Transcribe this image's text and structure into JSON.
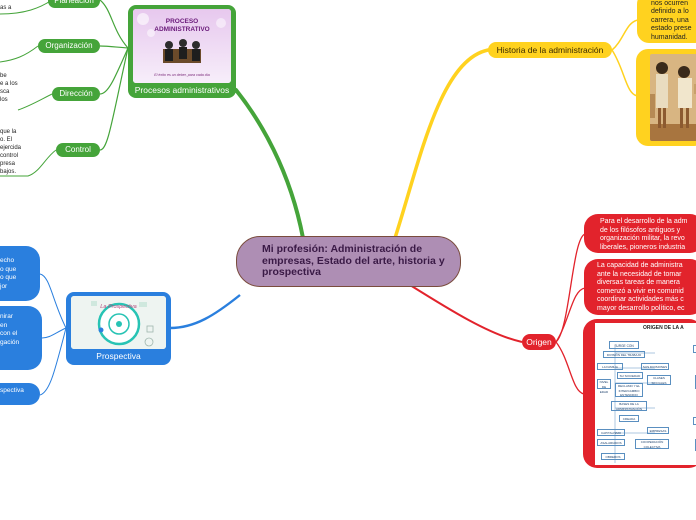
{
  "central": {
    "title": "Mi profesión: Administración de empresas, Estado del arte, historia y prospectiva"
  },
  "processes": {
    "caption": "Procesos administrativos",
    "image_title_line1": "PROCESO",
    "image_title_line2": "ADMINISTRATIVO",
    "image_footer": "El éxito es un deber, para cada día",
    "items": [
      {
        "label": "Planeación",
        "fragment": "as a"
      },
      {
        "label": "Organización",
        "fragment": ""
      },
      {
        "label": "Dirección",
        "fragment": "be\ne a los\nsca\nlos"
      },
      {
        "label": "Control",
        "fragment": "que la\no. El\nejercida\ncontrol\npresa\nbajos."
      }
    ]
  },
  "prospectiva": {
    "caption": "Prospectiva",
    "image_label": "La Prospectiva",
    "items": [
      {
        "text": "echo\no que\no que\njor"
      },
      {
        "text": "nirar\nen\ncon el\ngación"
      },
      {
        "text": "spectiva"
      }
    ]
  },
  "historia": {
    "label": "Historia de la administración",
    "text": "nos ocurren\ndefinido a lo\ncarrera, una\nestado prese\nhumanidad."
  },
  "origen": {
    "label": "Origen",
    "bubble1": " Para el desarrollo de la adm\n de los filósofos antiguos y \n organización militar, la revo\n liberales, pioneros industria",
    "bubble2": "La capacidad de administra\nante la necesidad de tomar \ndiversas tareas de manera \ncomenzó a vivir en comunid\ncoordinar actividades más c\nmayor desarrollo político, ec",
    "diagram": {
      "title": "ORIGEN DE LA A",
      "boxes": [
        "SURGE CON",
        "DIVISIÓN DEL TRABAJO",
        "LA FAMILIA",
        "SUS DIVISIONES",
        "SU SOCIEDAD",
        "CLASES SOCIALES",
        "NIVEL DE EDAD",
        "RECLAMO Y EL INTERCAMBIO ENTENDIDO",
        "BASES DE LA ADMINISTRACIÓN",
        "CREADA",
        "EMPRESAS",
        "CAPITALISMO",
        "ASALARIADOS",
        "COOPERACIÓN COLECTIVA",
        "OBREROS"
      ]
    }
  },
  "colors": {
    "green": "#45a43a",
    "yellow": "#ffd21f",
    "red": "#e2232c",
    "blue": "#2a7fde",
    "central_fill": "#ae8eb4",
    "central_border": "#7a4c3d"
  }
}
